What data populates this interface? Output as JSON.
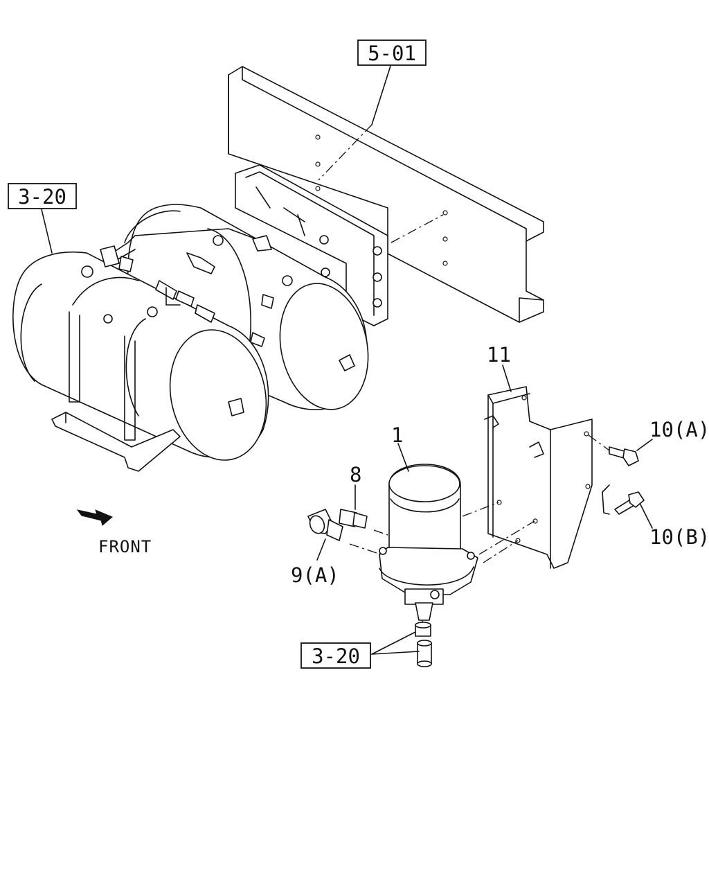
{
  "callouts": {
    "ref_5_01": "5-01",
    "ref_3_20_top": "3-20",
    "ref_3_20_bottom": "3-20",
    "part_1": "1",
    "part_8": "8",
    "part_9a": "9(A)",
    "part_10a": "10(A)",
    "part_10b": "10(B)",
    "part_11": "11"
  },
  "direction": {
    "label": "FRONT",
    "icon": "arrow-icon"
  }
}
